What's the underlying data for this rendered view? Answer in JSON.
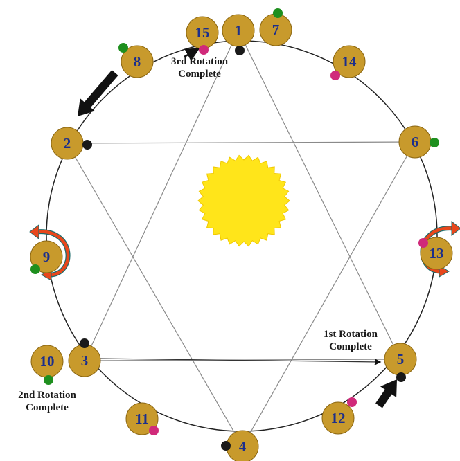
{
  "colors": {
    "planet": "#c89a2c",
    "planet_stroke": "#8a6510",
    "number": "#1c2f8c",
    "sun": "#ffe51a",
    "sun_stroke": "#f0c800",
    "dot_black": "#1a1a1a",
    "dot_green": "#1e8f1e",
    "dot_magenta": "#d02a7a",
    "circle_line": "#222222",
    "star_line": "#8a8a8a",
    "arrow": "#111111",
    "rotation_arrow": "#e8471c"
  },
  "planets": [
    {
      "id": "1",
      "label": "1",
      "dot": "black"
    },
    {
      "id": "2",
      "label": "2",
      "dot": "black"
    },
    {
      "id": "3",
      "label": "3",
      "dot": "black"
    },
    {
      "id": "4",
      "label": "4",
      "dot": "black"
    },
    {
      "id": "5",
      "label": "5",
      "dot": "black"
    },
    {
      "id": "6",
      "label": "6",
      "dot": "green"
    },
    {
      "id": "7",
      "label": "7",
      "dot": "green"
    },
    {
      "id": "8",
      "label": "8",
      "dot": "green"
    },
    {
      "id": "9",
      "label": "9",
      "dot": "green"
    },
    {
      "id": "10",
      "label": "10",
      "dot": "green"
    },
    {
      "id": "11",
      "label": "11",
      "dot": "magenta"
    },
    {
      "id": "12",
      "label": "12",
      "dot": "magenta"
    },
    {
      "id": "13",
      "label": "13",
      "dot": "magenta"
    },
    {
      "id": "14",
      "label": "14",
      "dot": "magenta"
    },
    {
      "id": "15",
      "label": "15",
      "dot": "magenta"
    }
  ],
  "annotations": {
    "rotation_1": {
      "line1": "1st Rotation",
      "line2": "Complete"
    },
    "rotation_2": {
      "line1": "2nd Rotation",
      "line2": "Complete"
    },
    "rotation_3": {
      "line1": "3rd Rotation",
      "line2": "Complete"
    }
  }
}
